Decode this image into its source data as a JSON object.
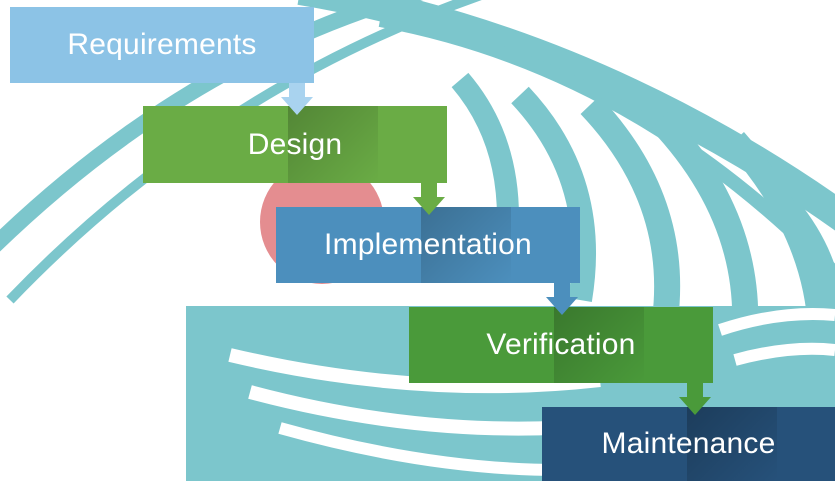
{
  "diagram": {
    "type": "waterfall",
    "stages": [
      {
        "id": "requirements",
        "label": "Requirements",
        "color": "#8cc3e6"
      },
      {
        "id": "design",
        "label": "Design",
        "color": "#6aac45"
      },
      {
        "id": "implementation",
        "label": "Implementation",
        "color": "#4c8fbd"
      },
      {
        "id": "verification",
        "label": "Verification",
        "color": "#4a9a3a"
      },
      {
        "id": "maintenance",
        "label": "Maintenance",
        "color": "#26517a"
      }
    ],
    "connectors": [
      "requirements-to-design",
      "design-to-implementation",
      "implementation-to-verification",
      "verification-to-maintenance"
    ],
    "colors": {
      "background_arcs": "#7cc6cc",
      "background_circle": "#e48d90",
      "background": "#ffffff"
    }
  }
}
